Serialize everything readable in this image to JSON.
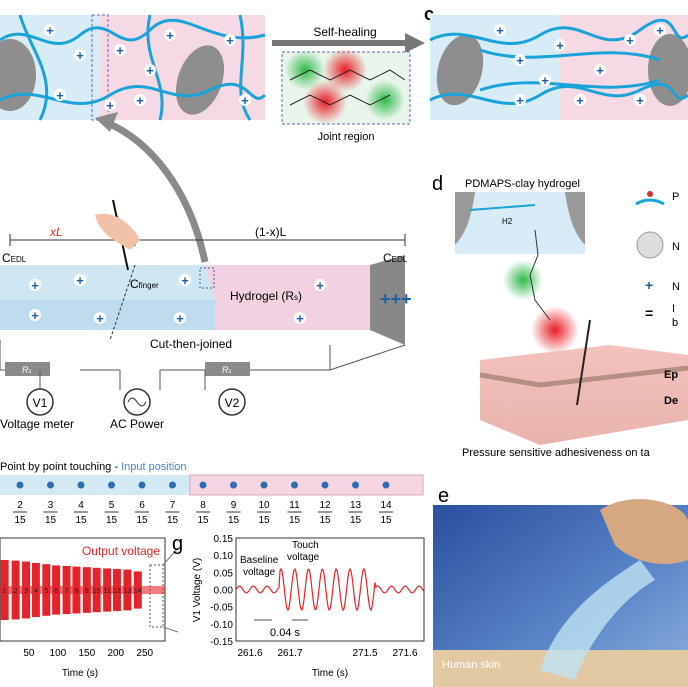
{
  "panel_labels": {
    "c": "c",
    "d": "d",
    "e": "e",
    "g": "g"
  },
  "top": {
    "arrow_label": "Self-healing",
    "inset_label": "Joint region"
  },
  "schematic": {
    "xL": "xL",
    "one_minus_xL": "(1-x)L",
    "c_edl_left": "C",
    "c_edl_sub": "EDL",
    "c_finger": "C",
    "c_finger_sub": "finger",
    "hydrogel": "Hydrogel (R",
    "hydrogel_sub": "s",
    "hydrogel_end": ")",
    "cut": "Cut-then-joined",
    "rs": "R",
    "rs_sub": "s",
    "v1": "V1",
    "v2": "V2",
    "voltage_meter": "Voltage meter",
    "ac_power": "AC Power"
  },
  "panel_d": {
    "title": "PDMAPS-clay hydrogel",
    "h2": "H2",
    "legend": [
      "P",
      "N",
      "N",
      "I",
      "b"
    ],
    "ep": "Ep",
    "de": "De",
    "caption": "Pressure sensitive adhesiveness on ta"
  },
  "panel_f": {
    "title": "Point by point touching - ",
    "title_accent": "Input position",
    "positions": [
      "2",
      "3",
      "4",
      "5",
      "6",
      "7",
      "8",
      "9",
      "10",
      "11",
      "12",
      "13",
      "14"
    ],
    "denominator": "15"
  },
  "panel_e": {
    "label": "Human skin"
  },
  "colors": {
    "blue_gel": "#cfe6f3",
    "pink_gel": "#f6d3e0",
    "red": "#e3242b",
    "dot": "#2e6db4",
    "accent_text": "#4a86c8"
  },
  "chart_data": [
    {
      "type": "bar",
      "title": "Output voltage",
      "xlabel": "Time (s)",
      "x_ticks": [
        50,
        100,
        150,
        200,
        250
      ],
      "xlim": [
        0,
        285
      ],
      "categories": [
        "1",
        "2",
        "3",
        "4",
        "5",
        "6",
        "7",
        "8",
        "9",
        "10",
        "11",
        "12",
        "13",
        "14"
      ],
      "x": [
        5,
        25,
        42,
        60,
        77,
        95,
        112,
        130,
        147,
        165,
        182,
        200,
        217,
        235,
        255
      ],
      "bar_x": [
        8,
        27,
        45,
        62,
        80,
        97,
        115,
        132,
        150,
        167,
        185,
        202,
        220,
        238
      ],
      "amplitude": [
        1.0,
        0.98,
        0.95,
        0.9,
        0.86,
        0.82,
        0.8,
        0.78,
        0.76,
        0.74,
        0.72,
        0.7,
        0.68,
        0.62
      ]
    },
    {
      "type": "line",
      "xlabel": "Time (s)",
      "ylabel": "V1 Voltage (V)",
      "y_ticks": [
        "0.15",
        "0.10",
        "0.05",
        "0.00",
        "-0.05",
        "-0.10",
        "-0.15"
      ],
      "ylim": [
        -0.15,
        0.15
      ],
      "x_ticks": [
        "261.6",
        "261.7",
        "271.5",
        "271.6"
      ],
      "annotations": {
        "baseline": "Baseline",
        "baseline2": "voltage",
        "touch": "Touch",
        "touch2": "voltage",
        "interval": "0.04 s"
      },
      "baseline_amplitude": 0.01,
      "touch_amplitude": 0.06
    }
  ]
}
